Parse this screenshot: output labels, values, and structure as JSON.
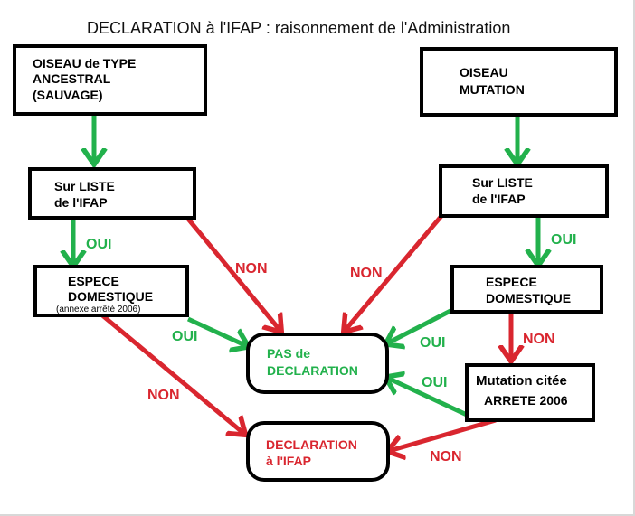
{
  "title": "DECLARATION à l'IFAP : raisonnement de l'Administration",
  "nodes": {
    "ancestral": {
      "lines": [
        "OISEAU de TYPE",
        "ANCESTRAL",
        "(SAUVAGE)"
      ]
    },
    "mutation": {
      "lines": [
        "OISEAU",
        "MUTATION"
      ]
    },
    "liste_left": {
      "lines": [
        "Sur LISTE",
        "de l'IFAP"
      ]
    },
    "liste_right": {
      "lines": [
        "Sur LISTE",
        "de l'IFAP"
      ]
    },
    "espece_left": {
      "lines": [
        "ESPECE",
        "DOMESTIQUE"
      ],
      "note": "(annexe arrêté 2006)"
    },
    "espece_right": {
      "lines": [
        "ESPECE",
        "DOMESTIQUE"
      ]
    },
    "mutation_citee": {
      "lines": [
        "Mutation citée",
        "ARRETE 2006"
      ]
    },
    "pas_declaration": {
      "lines": [
        "PAS de",
        "DECLARATION"
      ]
    },
    "declaration_ifap": {
      "lines": [
        "DECLARATION",
        "à l'IFAP"
      ]
    }
  },
  "edge_labels": {
    "oui": "OUI",
    "non": "NON"
  },
  "colors": {
    "yes": "#22b14c",
    "no": "#d9262f"
  }
}
